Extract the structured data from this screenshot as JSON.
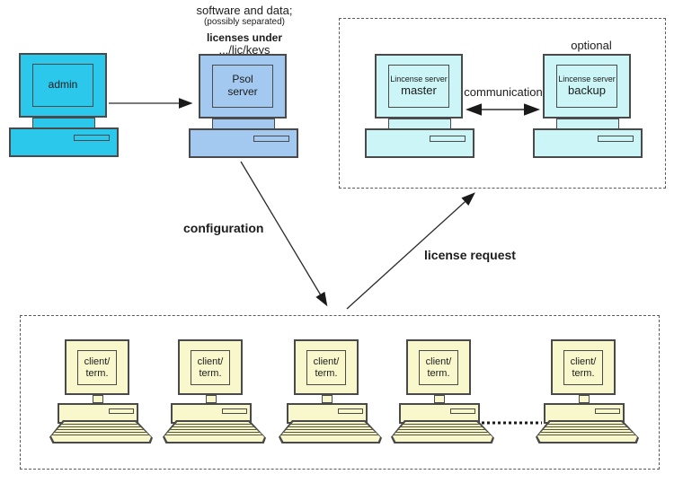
{
  "annotations": {
    "software_and_data": "software and data;",
    "possibly_separated": "(possibly separated)",
    "licenses_under": "licenses under",
    "lic_keys_path": ".../lic/keys",
    "optional": "optional",
    "communication": "communication",
    "configuration": "configuration",
    "license_request": "license request"
  },
  "computers": {
    "admin": {
      "label": "admin"
    },
    "psol_server": {
      "label": "Psol\nserver"
    },
    "license_master": {
      "name_line": "Lincense server",
      "role_line": "master"
    },
    "license_backup": {
      "name_line": "Lincense server",
      "role_line": "backup"
    },
    "clients": [
      {
        "label": "client/\nterm."
      },
      {
        "label": "client/\nterm."
      },
      {
        "label": "client/\nterm."
      },
      {
        "label": "client/\nterm."
      },
      {
        "label": "client/\nterm."
      }
    ]
  },
  "colors": {
    "admin_fill": "#2bc8eb",
    "psol_fill": "#a3c9f1",
    "license_fill": "#cbf5f6",
    "client_fill": "#f8f8cc",
    "outline": "#4a4a4a",
    "arrow": "#1a1a1a"
  }
}
